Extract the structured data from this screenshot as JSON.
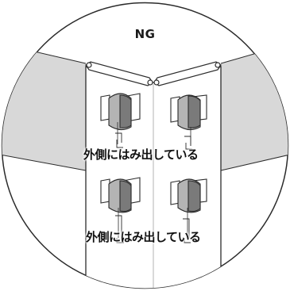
{
  "diagram": {
    "label": "NG",
    "callouts": [
      "外側にはみ出している",
      "外側にはみ出している"
    ]
  },
  "colors": {
    "outline": "#2b2b2b",
    "gray_fill": "#d8d8d8",
    "clip_gray": "#b4b4b4",
    "clip_dark": "#7a7a7a"
  }
}
